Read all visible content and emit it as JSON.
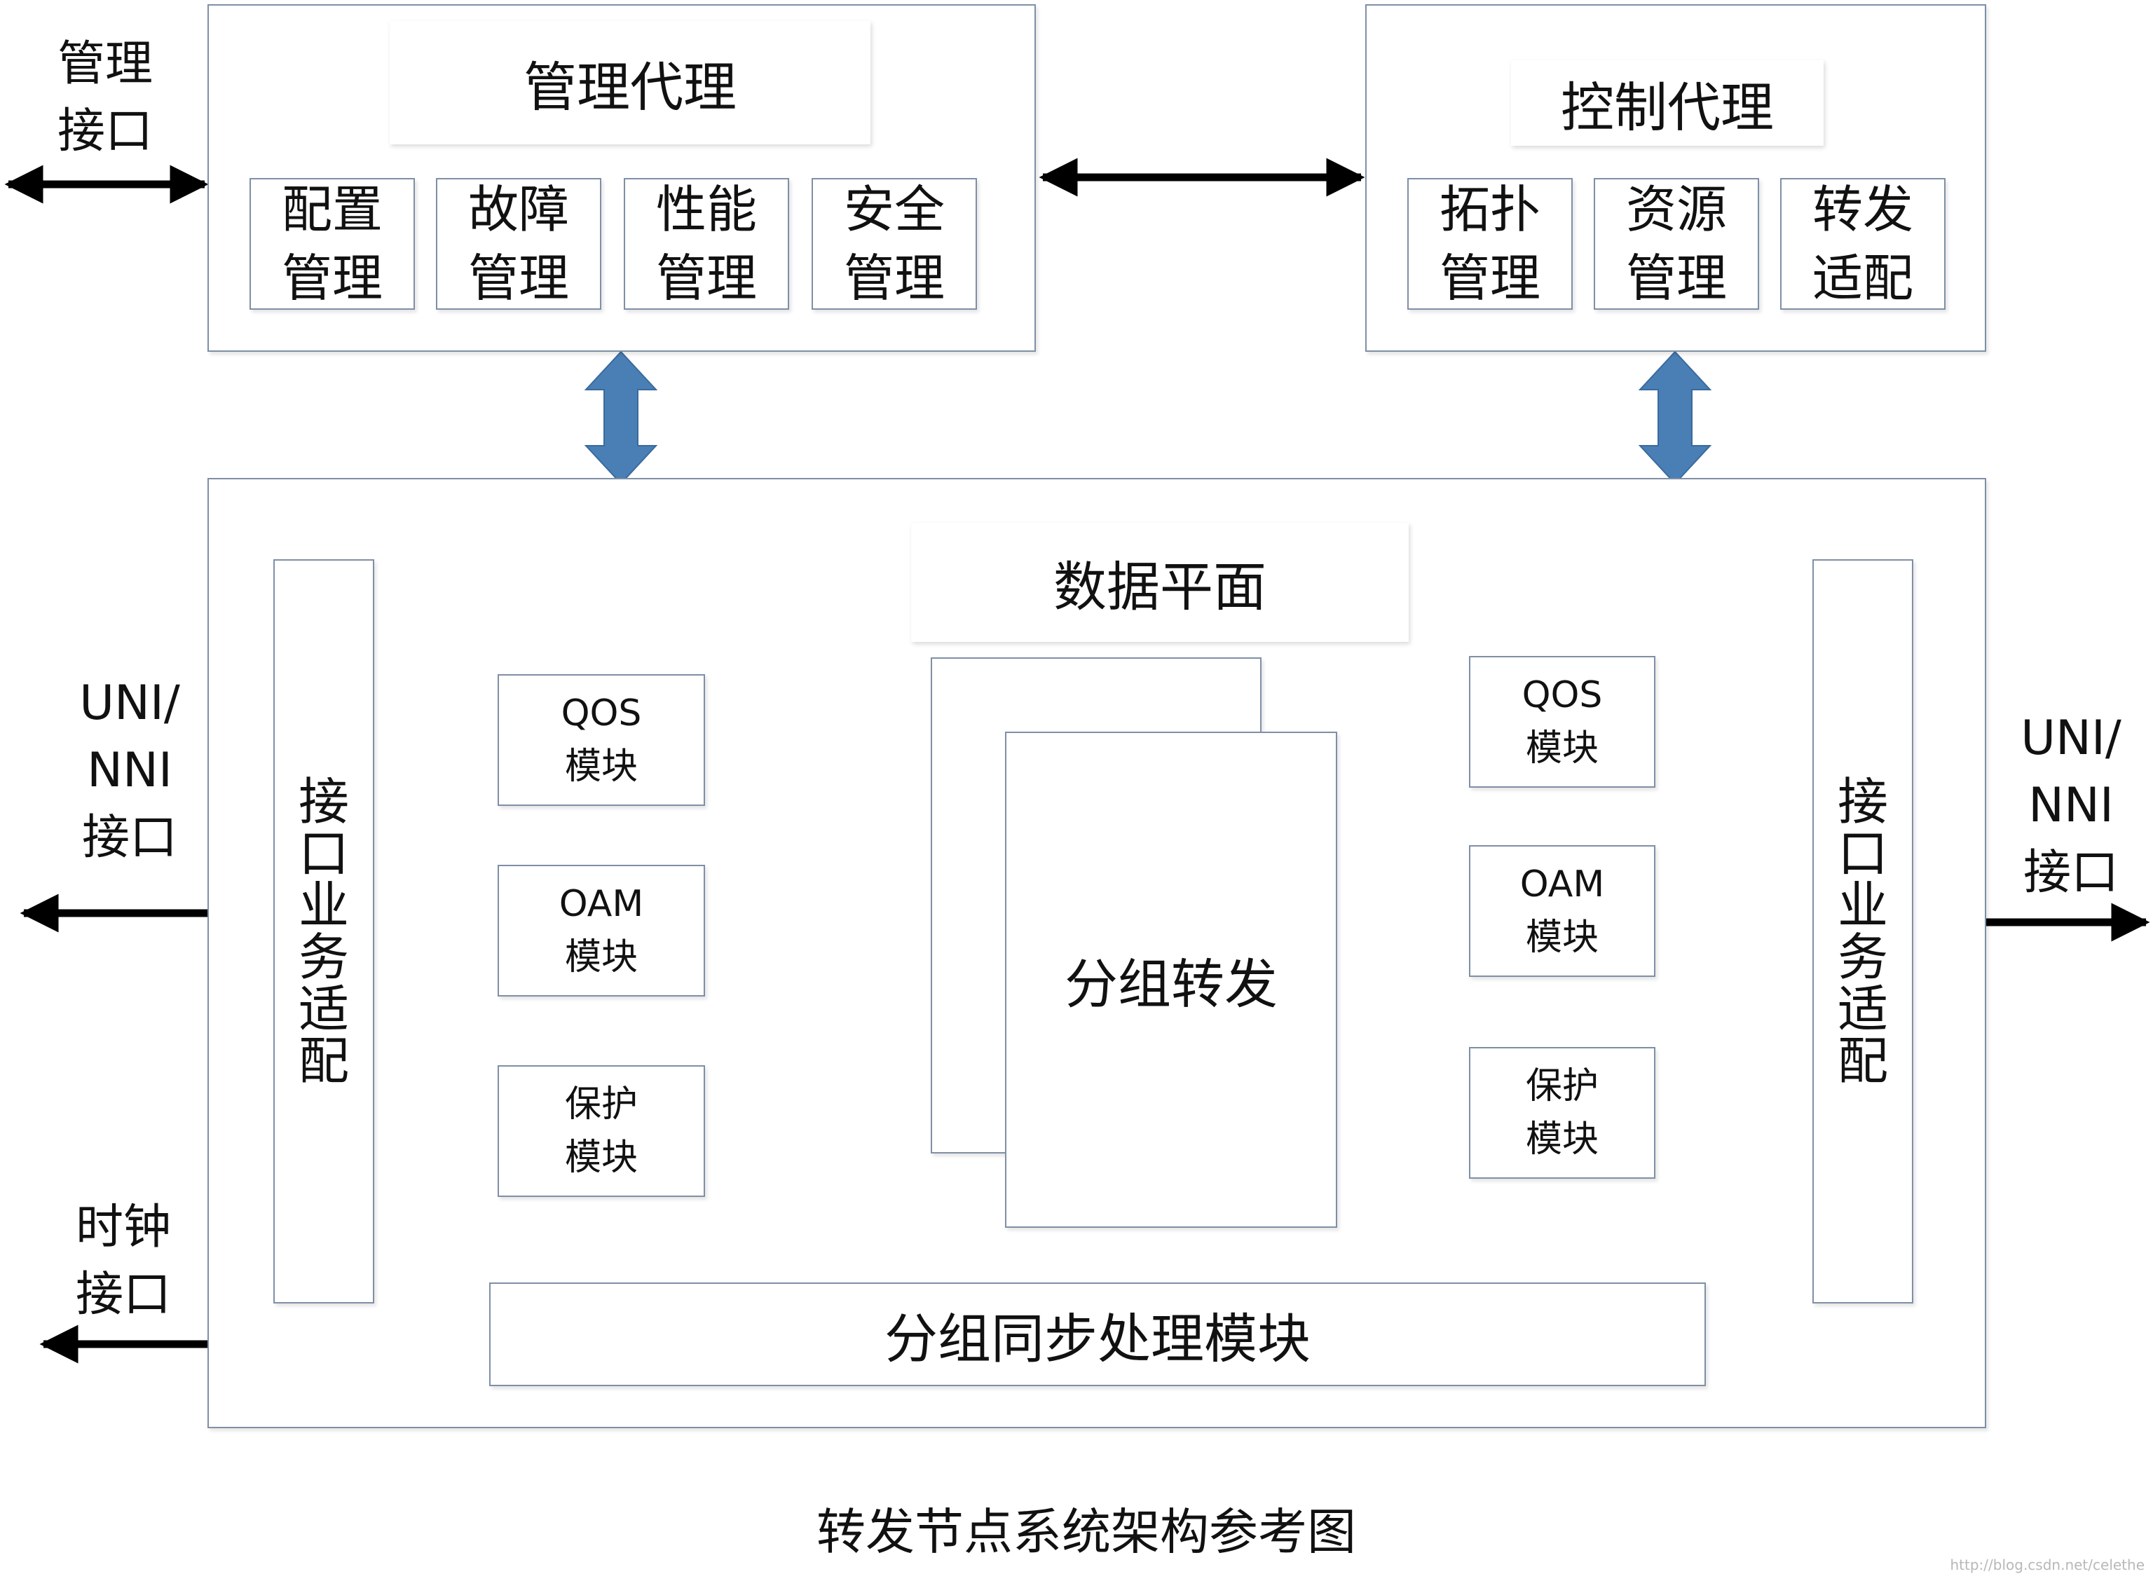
{
  "caption": "转发节点系统架构参考图",
  "watermark": "http://blog.csdn.net/celethe",
  "management_interface": "管理\n接口",
  "management_agent": {
    "title": "管理代理",
    "modules": [
      "配置\n管理",
      "故障\n管理",
      "性能\n管理",
      "安全\n管理"
    ]
  },
  "control_agent": {
    "title": "控制代理",
    "modules": [
      "拓扑\n管理",
      "资源\n管理",
      "转发\n适配"
    ]
  },
  "data_plane": {
    "title": "数据平面",
    "left_adapter": "接口业务适配",
    "right_adapter": "接口业务适配",
    "left_modules": [
      "QOS\n模块",
      "OAM\n模块",
      "保护\n模块"
    ],
    "right_modules": [
      "QOS\n模块",
      "OAM\n模块",
      "保护\n模块"
    ],
    "packet_forwarding": "分组转发",
    "sync_module": "分组同步处理模块"
  },
  "left_uni_nni": "UNI/\nNNI\n接口",
  "right_uni_nni": "UNI/\nNNI\n接口",
  "clock_interface": "时钟\n接口",
  "colors": {
    "big_arrow": "#4a7fb5",
    "arrow": "#000000",
    "border": "#7f8fa6"
  }
}
